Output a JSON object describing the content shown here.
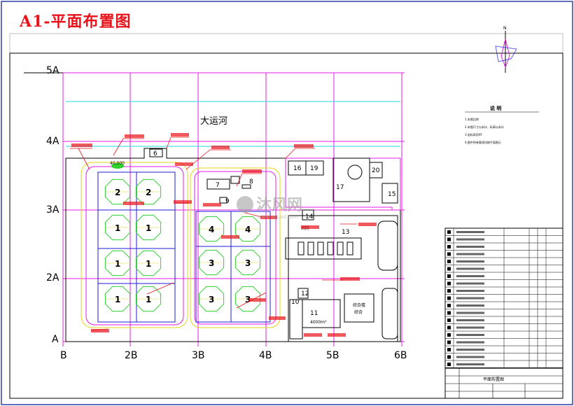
{
  "title": "A1-平面布置图",
  "grid": {
    "rows": [
      "5A",
      "4A",
      "3A",
      "2A",
      "A"
    ],
    "cols": [
      "B",
      "2B",
      "3B",
      "4B",
      "5B",
      "6B"
    ]
  },
  "river_label": "大运河",
  "building_labels": [
    "6",
    "7",
    "8",
    "9",
    "10",
    "11",
    "12",
    "13",
    "14",
    "15",
    "16",
    "17",
    "19",
    "20"
  ],
  "tank_labels": {
    "left": [
      "2",
      "2",
      "1",
      "1",
      "1",
      "1",
      "1",
      "1"
    ],
    "right": [
      "4",
      "4",
      "3",
      "3",
      "3",
      "3"
    ]
  },
  "small_texts": {
    "capacity_1": "40,000",
    "capacity_2": "4000m³",
    "box_13": "综合楼",
    "box_14": "综合",
    "cmd": "消防",
    "notes_title": "说 明",
    "notes": [
      "1.本图比例",
      "2.本图尺寸以米计，标高以米计",
      "3.坐标采用XY",
      "4.图中所有管线均按平面图示"
    ]
  },
  "watermark": "沐风网",
  "watermark_url": "www.mfcad.com",
  "compass": {
    "label": "N"
  },
  "title_block": {
    "drawing_name": "平面布置图",
    "rows": 19
  },
  "colors": {
    "magenta": "#e61be6",
    "red": "#e8121a",
    "green": "#2fd12f",
    "blue": "#1c1cd8",
    "yellow": "#e6d21a",
    "cyan": "#25d6e6",
    "black": "#000000"
  }
}
